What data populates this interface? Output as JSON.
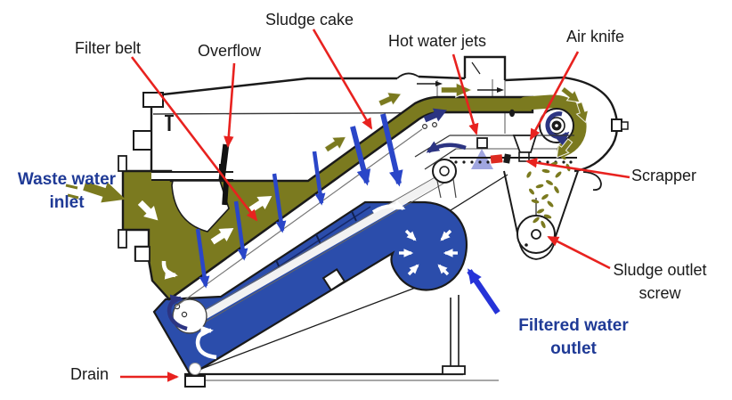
{
  "diagram": {
    "title_hint": "Belt filter sludge dewatering machine (cross-section)",
    "labels": {
      "filter_belt": "Filter belt",
      "overflow": "Overflow",
      "sludge_cake": "Sludge cake",
      "hot_water_jets": "Hot water jets",
      "air_knife": "Air knife",
      "waste_water_inlet_line1": "Waste water",
      "waste_water_inlet_line2": "inlet",
      "scrapper": "Scrapper",
      "sludge_outlet_screw_line1": "Sludge outlet",
      "sludge_outlet_screw_line2": "screw",
      "filtered_water_outlet_line1": "Filtered water",
      "filtered_water_outlet_line2": "outlet",
      "drain": "Drain"
    },
    "palette": {
      "sludge_olive": "#7b7a1f",
      "water_blue": "#2b4dab",
      "flow_arrow_navy": "#2c3482",
      "label_text_blue": "#1f3a96",
      "annotation_red": "#e8221f",
      "spray_lavender": "#a0a6e0",
      "outline_black": "#1a1a1a"
    }
  }
}
